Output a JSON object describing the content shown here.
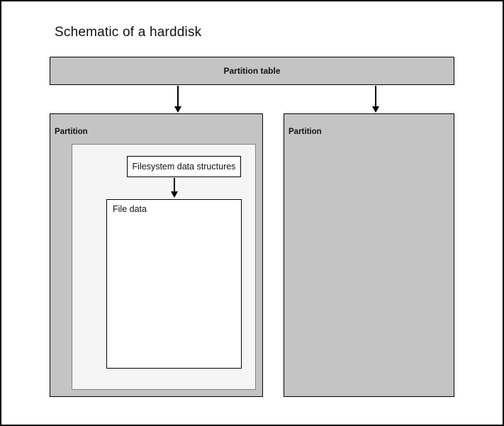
{
  "diagram": {
    "title": "Schematic of a harddisk",
    "partition_table": {
      "label": "Partition table"
    },
    "partitions": [
      {
        "label": "Partition",
        "filesystem_box": {
          "label": "Filesystem data structures"
        },
        "file_data_box": {
          "label": "File data"
        }
      },
      {
        "label": "Partition"
      }
    ],
    "colors": {
      "partition_fill": "#c4c4c4",
      "inner_fill": "#f5f5f5",
      "box_fill": "#ffffff",
      "inner_border": "#7f7f7f",
      "border_dark": "#000000",
      "text": "#111111"
    }
  }
}
